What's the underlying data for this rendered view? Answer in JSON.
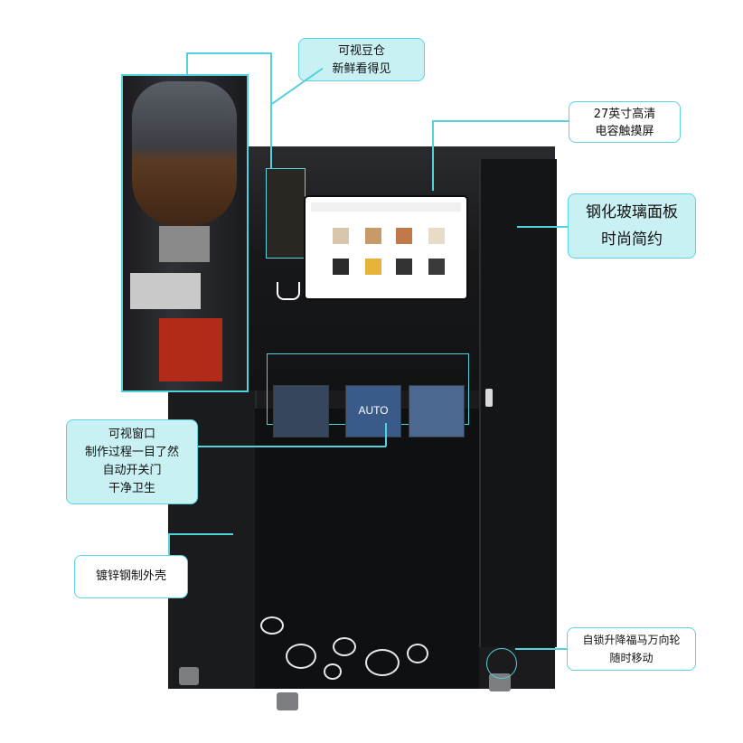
{
  "callouts": {
    "bean_hopper": [
      "可视豆仓",
      "新鲜看得见"
    ],
    "screen": [
      "27英寸高清",
      "电容触摸屏"
    ],
    "glass": [
      "钢化玻璃面板",
      "时尚简约"
    ],
    "window": [
      "可视窗口",
      "制作过程一目了然",
      "自动开关门",
      "干净卫生"
    ],
    "shell": [
      "镀锌钢制外壳"
    ],
    "wheels": [
      "自锁升降福马万向轮",
      "随时移动"
    ]
  },
  "window_label": "AUTO",
  "colors": {
    "accent": "#53d1dd",
    "callout_fill": "#c9f1f3",
    "machine": "#1b1b1d"
  }
}
